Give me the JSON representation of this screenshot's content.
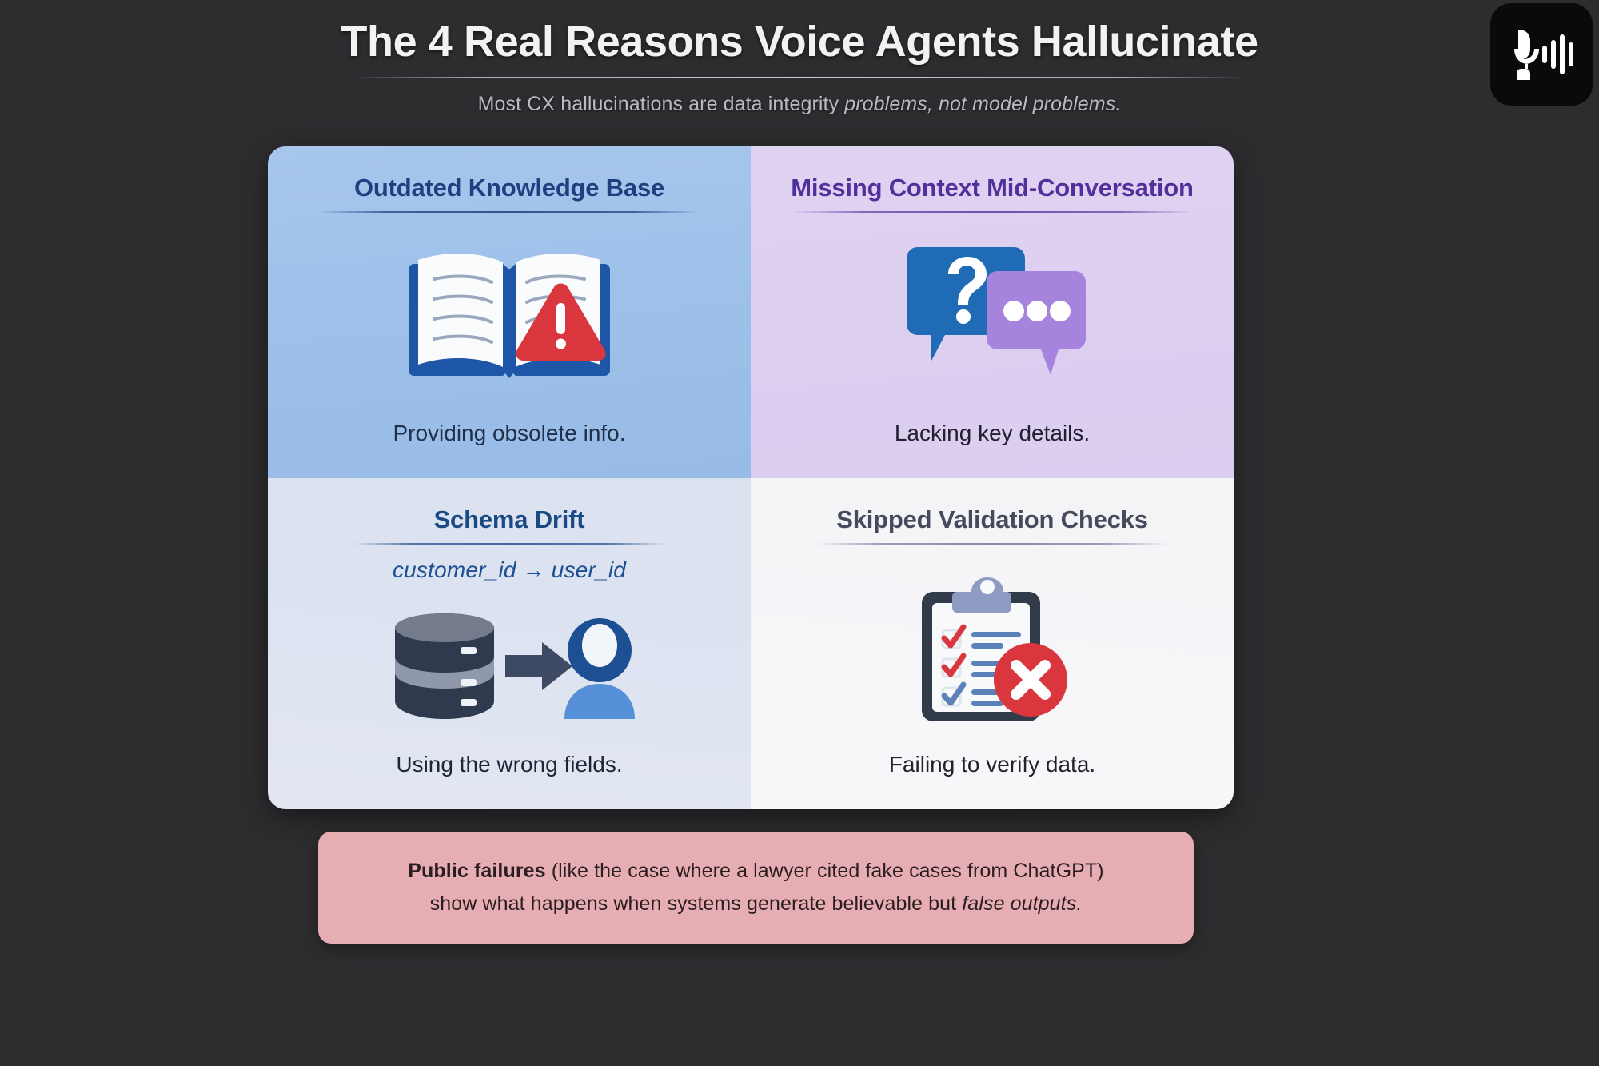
{
  "header": {
    "title": "The 4 Real Reasons Voice Agents Hallucinate",
    "subtitle_plain": "Most CX hallucinations are data integrity ",
    "subtitle_italic": "problems, not model problems."
  },
  "logo": {
    "name": "microphone-soundwave-logo",
    "background": "#0a0a0c",
    "mark": "#ffffff"
  },
  "colors": {
    "page_background": "#2d2d30",
    "quad_top_left": "#9dc0e9",
    "quad_top_right": "#ddcff0",
    "quad_bottom_left": "#dde3f0",
    "quad_bottom_right": "#f6f5f8",
    "banner": "#e6adb3",
    "title_text": "#f2f2f2",
    "warning_red": "#d9363e",
    "book_blue": "#1e56a8",
    "bubble_blue": "#1f6bb5",
    "bubble_purple": "#a684dd",
    "database_navy": "#2f3a4f",
    "user_blue": "#1c4f93",
    "check_red": "#d9363e",
    "check_blue": "#5b82b8"
  },
  "quadrants": [
    {
      "id": "outdated-knowledge-base",
      "title": "Outdated Knowledge Base",
      "caption": "Providing obsolete info.",
      "icon": "open-book-warning-icon",
      "code": ""
    },
    {
      "id": "missing-context-mid-conversation",
      "title": "Missing Context Mid-Conversation",
      "caption": "Lacking key details.",
      "icon": "chat-bubbles-question-icon",
      "code": ""
    },
    {
      "id": "schema-drift",
      "title": "Schema Drift",
      "caption": "Using the wrong fields.",
      "icon": "database-to-user-icon",
      "code": "customer_id → user_id"
    },
    {
      "id": "skipped-validation-checks",
      "title": "Skipped Validation Checks",
      "caption": "Failing to verify data.",
      "icon": "clipboard-checklist-error-icon",
      "code": ""
    }
  ],
  "callout": {
    "line1_bold": "Public failures",
    "line1_rest": " (like the case where a lawyer cited fake cases from ChatGPT)",
    "line2_plain": "show what happens when systems generate believable but ",
    "line2_italic": "false outputs."
  }
}
